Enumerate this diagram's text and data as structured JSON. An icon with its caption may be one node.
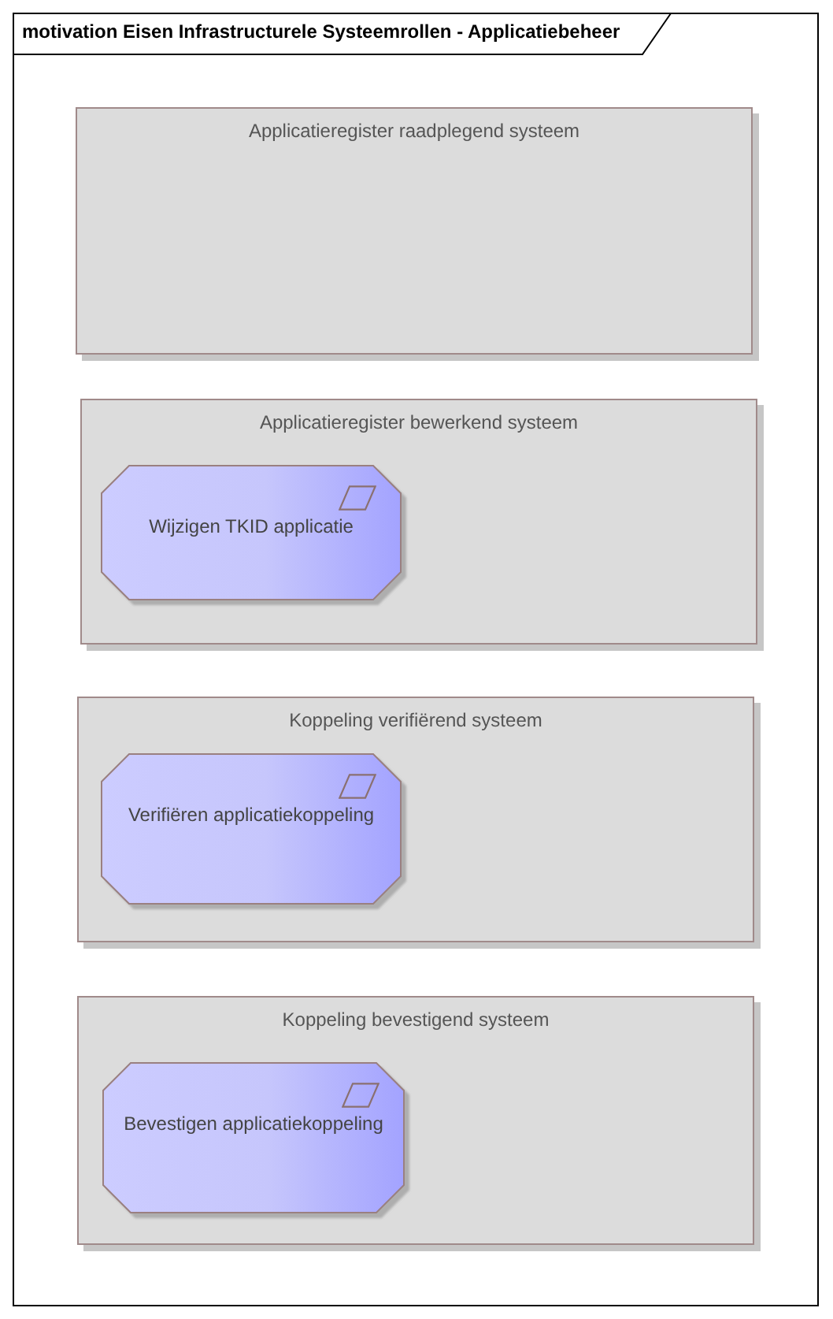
{
  "diagram": {
    "title": "motivation Eisen Infrastructurele Systeemrollen - Applicatiebeheer",
    "nodes": [
      {
        "text": [
          "Applicatieregister raadplegend systeem"
        ]
      },
      {
        "text": [
          "Applicatieregister bewerkend systeem"
        ]
      },
      {
        "text": [
          "Wijzigen TKID applicatie"
        ],
        "in": 1
      },
      {
        "text": [
          "Koppeling verifiërend systeem"
        ]
      },
      {
        "text": [
          "Verifiëren applicatiekoppeling"
        ],
        "in": 3
      },
      {
        "text": [
          "Koppeling bevestigend systeem"
        ]
      },
      {
        "text": [
          "Bevestigen applicatiekoppeling"
        ],
        "in": 5
      }
    ]
  }
}
